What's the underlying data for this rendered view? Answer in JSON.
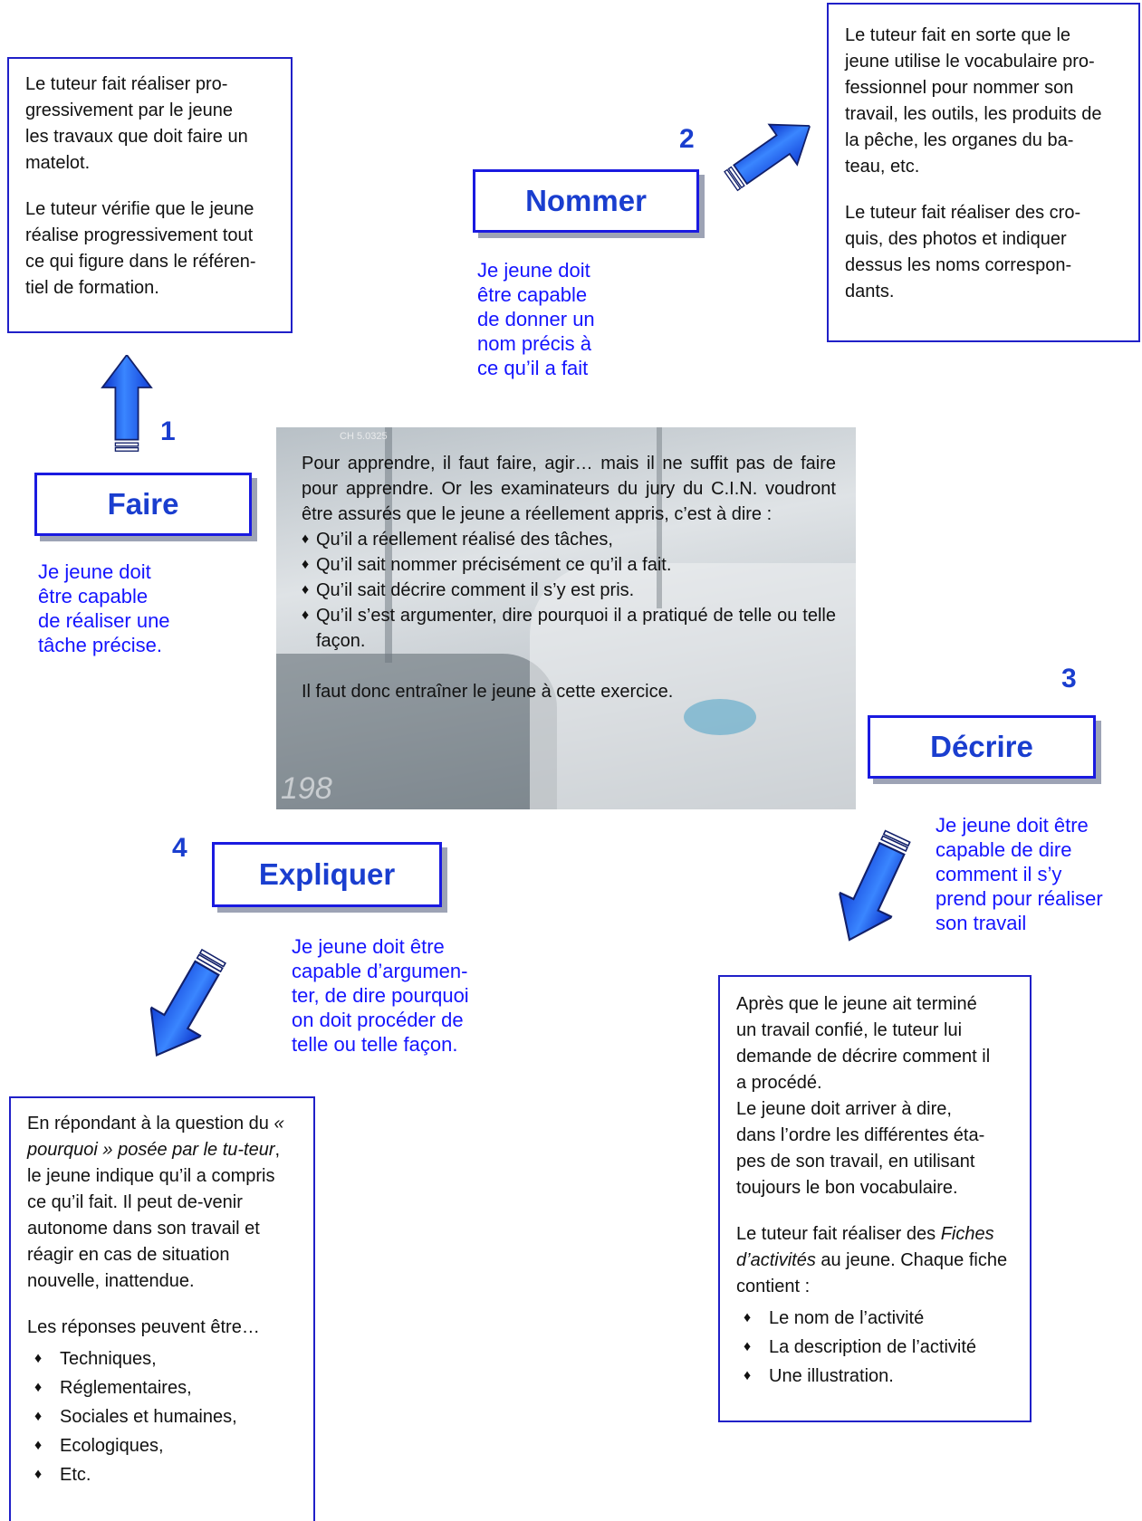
{
  "colors": {
    "box_border": "#2020c8",
    "stage_text": "#1a3ecf",
    "caption": "#1515ff",
    "arrow": "#2f6df0"
  },
  "stages": {
    "faire": {
      "num": "1",
      "label": "Faire",
      "caption": [
        "Je jeune doit",
        "être capable",
        "de réaliser une",
        "tâche précise."
      ],
      "box": {
        "paragraphs": [
          [
            "Le tuteur fait réaliser pro-",
            "gressivement par le jeune",
            "les travaux que doit faire un",
            "matelot."
          ],
          [
            "Le tuteur vérifie que le jeune",
            "réalise progressivement tout",
            "ce qui figure dans le référen-",
            "tiel de formation."
          ]
        ]
      }
    },
    "nommer": {
      "num": "2",
      "label": "Nommer",
      "caption": [
        "Je jeune doit",
        "être capable",
        "de donner un",
        "nom précis à",
        "ce qu’il a fait"
      ],
      "box": {
        "paragraphs": [
          [
            "Le tuteur fait en sorte que le",
            "jeune utilise le vocabulaire pro-",
            "fessionnel pour nommer son",
            "travail, les outils, les produits de",
            "la pêche, les organes du ba-",
            "teau, etc."
          ],
          [
            "Le tuteur fait réaliser des cro-",
            "quis, des photos et indiquer",
            "dessus les noms correspon-",
            "dants."
          ]
        ]
      }
    },
    "decrire": {
      "num": "3",
      "label": "Décrire",
      "caption": [
        "Je jeune doit être",
        "capable de dire",
        "comment il s’y",
        "prend pour réaliser",
        "son travail"
      ],
      "box": {
        "para1": [
          "Après que le jeune ait terminé",
          "un travail confié, le tuteur lui",
          "demande de décrire comment il",
          "a procédé."
        ],
        "para2": [
          "Le jeune doit arriver à dire,",
          "dans l’ordre les différentes éta-",
          "pes de son travail, en utilisant",
          "toujours le bon vocabulaire."
        ],
        "para3_a": "Le tuteur fait réaliser des ",
        "para3_em": "Fiches d’activités",
        "para3_b": " au jeune. Chaque fiche contient :",
        "items": [
          "Le nom de l’activité",
          "La description de l’activité",
          "Une illustration."
        ]
      }
    },
    "expliquer": {
      "num": "4",
      "label": "Expliquer",
      "caption": [
        "Je jeune doit être",
        "capable d’argumen-",
        "ter, de dire pourquoi",
        "on doit procéder de",
        "telle ou telle façon."
      ],
      "box": {
        "intro_a": "En répondant à la question du ",
        "intro_em": "« pourquoi » posée par le tu-teur",
        "intro_b": ", le jeune indique qu’il a compris ce qu’il fait. Il peut de-venir autonome dans son travail et réagir en cas de situation nouvelle, inattendue.",
        "lead": "Les réponses peuvent être…",
        "items": [
          "Techniques,",
          "Réglementaires,",
          "Sociales et humaines,",
          "Ecologiques,",
          "Etc."
        ]
      }
    }
  },
  "center": {
    "intro": "Pour apprendre, il faut faire, agir… mais il ne suffit pas de faire pour apprendre. Or les examinateurs du jury du C.I.N. voudront être assurés que le jeune a réellement appris, c’est à dire :",
    "items": [
      "Qu’il a réellement réalisé des tâches,",
      "Qu’il sait nommer précisément ce qu’il a fait.",
      "Qu’il sait décrire comment il s’y est pris.",
      "Qu’il s’est argumenter, dire pourquoi il a pratiqué de telle ou telle façon."
    ],
    "outro": "Il faut donc entraîner le jeune à cette exercice.",
    "photo_marks": [
      "CH 5.0325",
      "198"
    ]
  }
}
